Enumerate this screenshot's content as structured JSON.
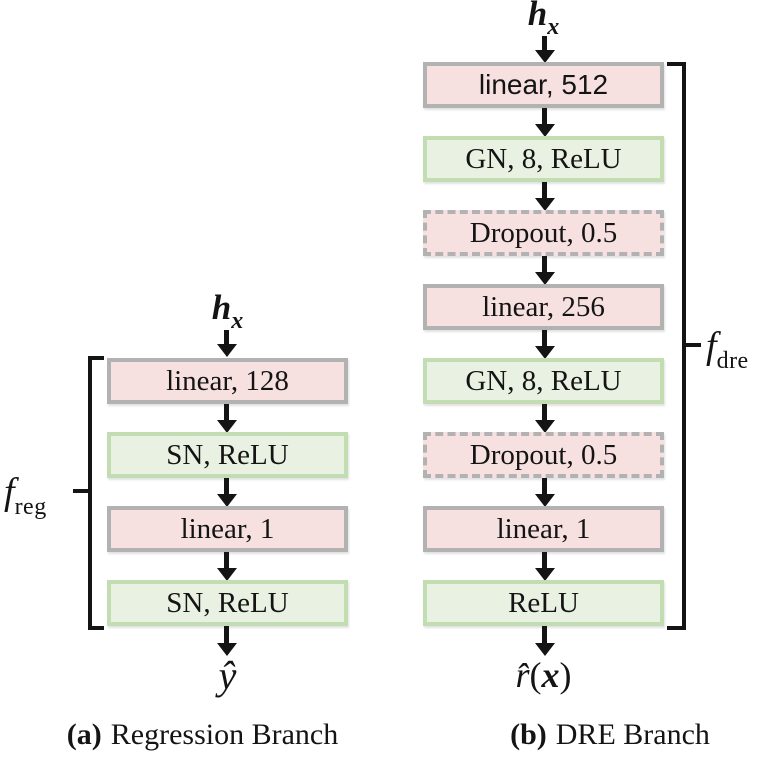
{
  "figure": {
    "colors": {
      "ink": "#141414",
      "linear_fill": "#f6e1e0",
      "linear_border": "#b2b2b2",
      "act_fill": "#e9f2e2",
      "act_border": "#c3ddb2",
      "drop_fill": "#f6e1e0",
      "drop_border": "#b2b2b2"
    },
    "branches": [
      {
        "id": "regression",
        "input": {
          "base": "h",
          "sub": "x"
        },
        "layers": [
          {
            "label": "linear, 128",
            "kind": "linear"
          },
          {
            "label": "SN, ReLU",
            "kind": "activation"
          },
          {
            "label": "linear, 1",
            "kind": "linear"
          },
          {
            "label": "SN, ReLU",
            "kind": "activation"
          }
        ],
        "output": "ŷ",
        "function_label": {
          "base": "f",
          "sub": "reg"
        },
        "caption": {
          "index": "(a)",
          "title": "Regression Branch"
        }
      },
      {
        "id": "dre",
        "input": {
          "base": "h",
          "sub": "x"
        },
        "layers": [
          {
            "label": "linear, 512",
            "kind": "linear"
          },
          {
            "label": "GN, 8, ReLU",
            "kind": "activation"
          },
          {
            "label": "Dropout, 0.5",
            "kind": "dropout"
          },
          {
            "label": "linear, 256",
            "kind": "linear"
          },
          {
            "label": "GN, 8, ReLU",
            "kind": "activation"
          },
          {
            "label": "Dropout, 0.5",
            "kind": "dropout"
          },
          {
            "label": "linear, 1",
            "kind": "linear"
          },
          {
            "label": "ReLU",
            "kind": "activation"
          }
        ],
        "output": {
          "head": "r̂",
          "open": "(",
          "arg": "x",
          "close": ")"
        },
        "function_label": {
          "base": "f",
          "sub": "dre"
        },
        "caption": {
          "index": "(b)",
          "title": "DRE Branch"
        }
      }
    ]
  }
}
